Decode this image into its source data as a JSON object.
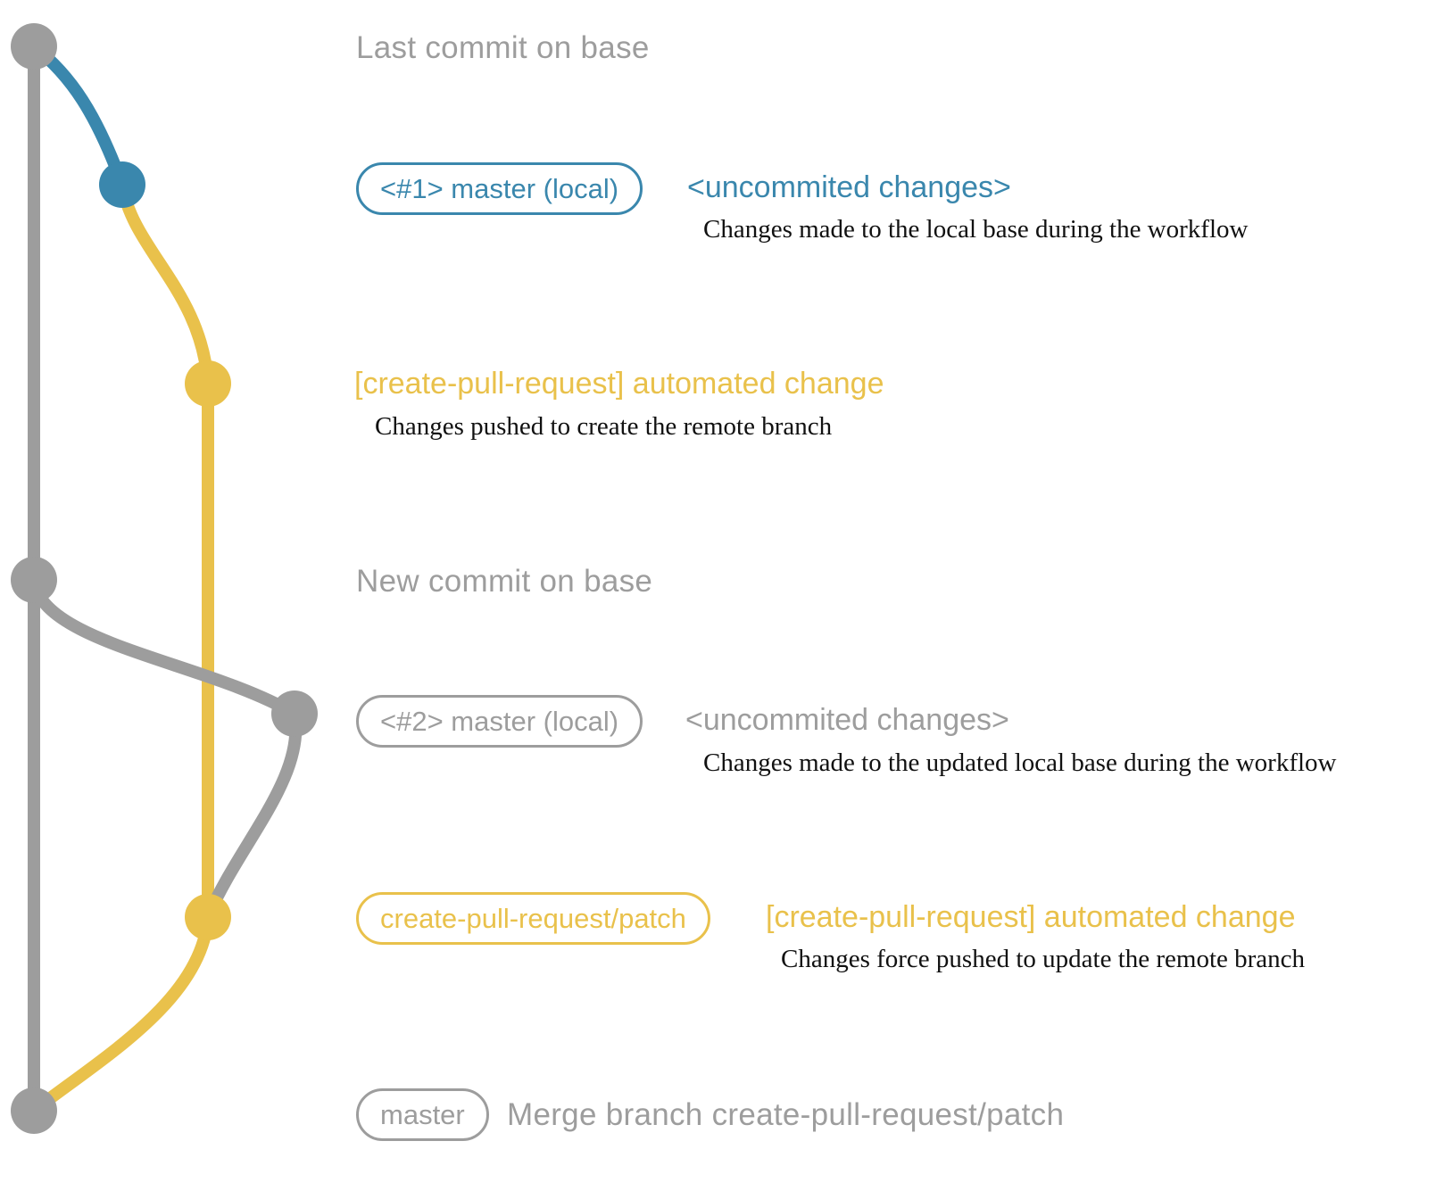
{
  "colors": {
    "base": "#9d9d9d",
    "local": "#3a87ad",
    "remote": "#e9c14b",
    "caption": "#111111"
  },
  "rows": {
    "last_commit": {
      "title": "Last commit on base"
    },
    "commit1": {
      "pill": "<#1> master (local)",
      "tag": "<uncommited changes>",
      "caption": "Changes made to the local base during the workflow"
    },
    "push1": {
      "title": "[create-pull-request] automated change",
      "caption": "Changes pushed to create the remote branch"
    },
    "new_commit": {
      "title": "New commit on base"
    },
    "commit2": {
      "pill": "<#2> master (local)",
      "tag": "<uncommited changes>",
      "caption": "Changes made to the updated local base during the workflow"
    },
    "push2": {
      "pill": "create-pull-request/patch",
      "tag": "[create-pull-request] automated change",
      "caption": "Changes force pushed to update the remote branch"
    },
    "merge": {
      "pill": "master",
      "tag": "Merge branch create-pull-request/patch"
    }
  }
}
